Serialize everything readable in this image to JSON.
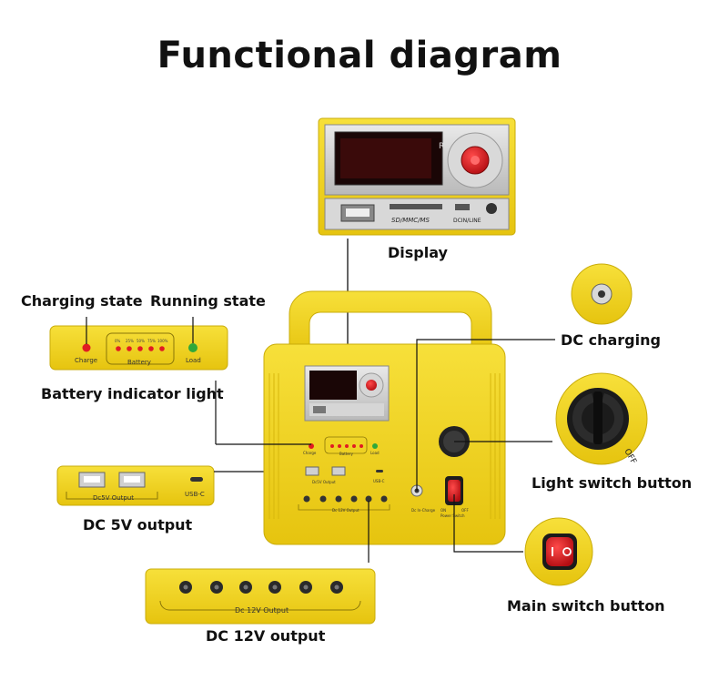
{
  "title": "Functional diagram",
  "labels": {
    "display": "Display",
    "charging_state": "Charging state",
    "running_state": "Running state",
    "battery_indicator": "Battery indicator light",
    "dc_charging": "DC charging",
    "light_switch": "Light switch button",
    "dc5v_output": "DC 5V output",
    "main_switch": "Main switch button",
    "dc12v_output": "DC 12V output"
  },
  "panel_text": {
    "charge": "Charge",
    "battery": "Battery",
    "load": "Load",
    "battery_levels": [
      "0%",
      "25%",
      "50%",
      "75%",
      "100%"
    ],
    "usb_c": "USB-C",
    "dc5v_panel": "Dc5V Output",
    "dc12v_panel": "Dc 12V Output",
    "sd_slot": "SD/MMC/MS",
    "dcin_line": "DCIN/LINE",
    "dc_in_charge": "Dc In-Charge",
    "power_switch": "Power Switch",
    "on": "ON",
    "off": "OFF"
  },
  "colors": {
    "yellow": "#f2d41b",
    "yellow_dark": "#c9ac0a",
    "red": "#e11b22",
    "green": "#2fa83a"
  }
}
